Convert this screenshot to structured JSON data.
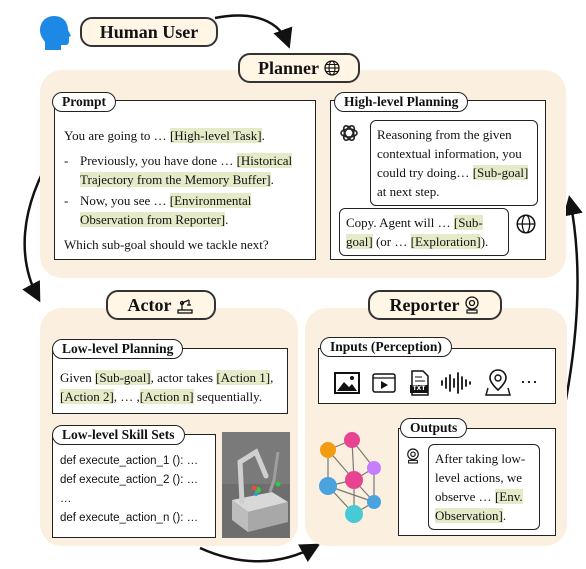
{
  "human_user": {
    "label": "Human User",
    "icon": "user-head-icon"
  },
  "planner": {
    "title": "Planner",
    "icon": "globe-icon"
  },
  "prompt": {
    "title": "Prompt",
    "line1_pre": "You are going to …",
    "line1_hl": "[High-level Task]",
    "line1_post": ".",
    "bullet1_pre": "Previously, you have done …",
    "bullet1_hl": "[Historical Trajectory from the Memory Buffer]",
    "bullet1_post": ".",
    "bullet2_pre": "Now, you see …",
    "bullet2_hl": "[Environmental Observation from Reporter]",
    "bullet2_post": ".",
    "question": "Which sub-goal should we tackle next?"
  },
  "high_level_planning": {
    "title": "High-level Planning",
    "bubble1_text": "Reasoning from the given contextual information, you could try doing…",
    "bubble1_hl": "[Sub-goal]",
    "bubble1_post": "at next step.",
    "bubble2_pre": "Copy. Agent will …",
    "bubble2_hl1": "[Sub-goal]",
    "bubble2_mid": "(or …",
    "bubble2_hl2": "[Exploration]",
    "bubble2_post": ")."
  },
  "actor": {
    "title": "Actor",
    "icon": "robot-arm-icon"
  },
  "low_level_planning": {
    "title": "Low-level Planning",
    "pre": "Given",
    "hl_subgoal": "[Sub-goal]",
    "mid": ", actor takes",
    "hl_action1": "[Action 1]",
    "comma1": ",",
    "hl_action2": "[Action 2]",
    "mid2": ", … ,",
    "hl_actionn": "[Action n]",
    "post": "sequentially."
  },
  "skill_sets": {
    "title": "Low-level Skill Sets",
    "lines": [
      "def execute_action_1 (): …",
      "def execute_action_2 (): …",
      "…",
      "def execute_action_n (): …"
    ]
  },
  "reporter": {
    "title": "Reporter",
    "icon": "webcam-icon"
  },
  "inputs": {
    "title": "Inputs (Perception)",
    "icons": [
      "image-icon",
      "video-icon",
      "txt-file-icon",
      "audio-wave-icon",
      "map-pin-icon"
    ],
    "txt_label": "TXT",
    "more": "⋯"
  },
  "outputs": {
    "title": "Outputs",
    "pre": "After taking low-level actions, we observe …",
    "hl": "[Env. Observation]",
    "post": "."
  },
  "colors": {
    "panel": "#fbf0e0",
    "highlight": "#e5ebc8",
    "user_blue": "#1e88e5"
  }
}
